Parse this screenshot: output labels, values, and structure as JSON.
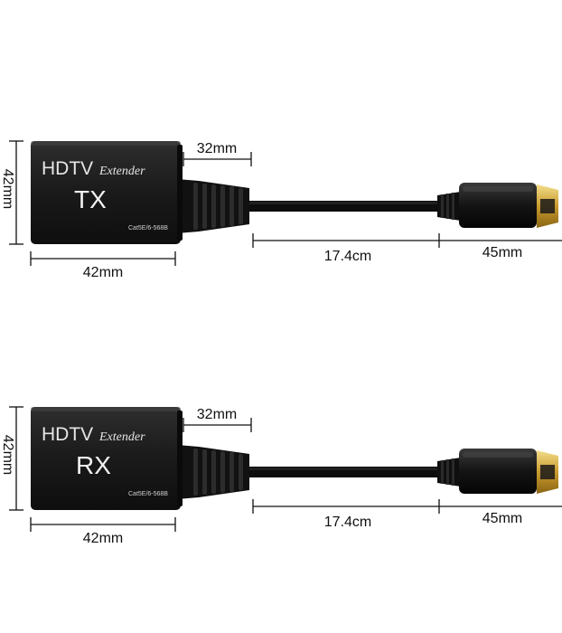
{
  "units": [
    {
      "brand": "HDTV",
      "subtitle": "Extender",
      "role": "TX",
      "spec": "Cat5E/6-568B",
      "dim_height": "42mm",
      "dim_width": "42mm",
      "dim_boot": "32mm",
      "dim_cable": "17.4cm",
      "dim_plug": "45mm"
    },
    {
      "brand": "HDTV",
      "subtitle": "Extender",
      "role": "RX",
      "spec": "Cat5E/6-568B",
      "dim_height": "42mm",
      "dim_width": "42mm",
      "dim_boot": "32mm",
      "dim_cable": "17.4cm",
      "dim_plug": "45mm"
    }
  ],
  "colors": {
    "body": "#1b1b1b",
    "cable": "#0d0d0d",
    "connector_gold": "#d8b24a",
    "dimension_line": "#111111"
  }
}
